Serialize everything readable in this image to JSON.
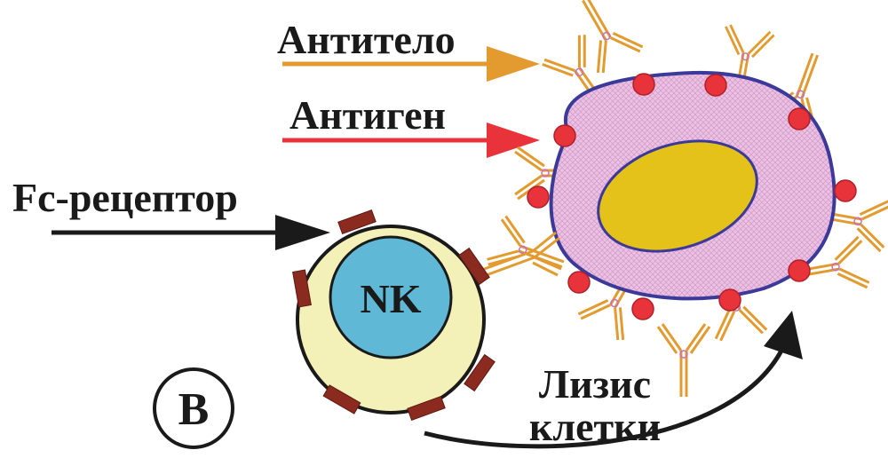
{
  "labels": {
    "antibody": "Антитело",
    "antigen": "Антиген",
    "fc_receptor": "Fc-рецептор",
    "nk": "NK",
    "lysis_line1": "Лизис",
    "lysis_line2": "клетки",
    "panel_letter": "B"
  },
  "colors": {
    "antibody": "#E39A2E",
    "antigen": "#E8333A",
    "fc_receptor": "#8B2A1E",
    "target_cell_fill": "#E9B9DD",
    "target_cell_border": "#3B3A9A",
    "nucleus": "#E5C21A",
    "nk_outer": "#F4F1B8",
    "nk_inner": "#5FB9D6",
    "arrow_black": "#1a1a1a"
  }
}
